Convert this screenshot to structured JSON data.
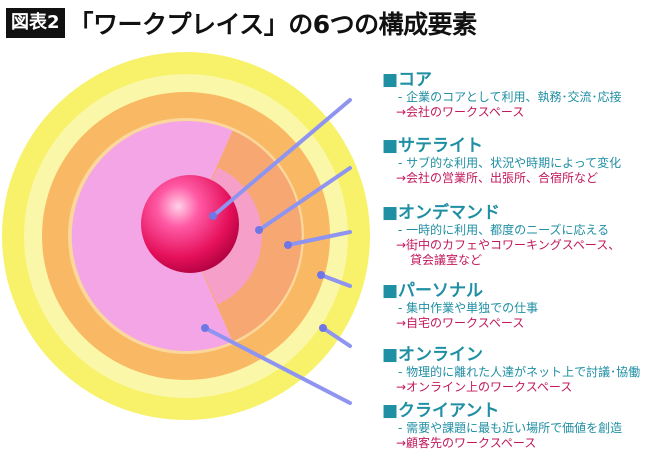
{
  "header": {
    "badge": "図表2",
    "title": "「ワークプレイス」の6つの構成要素"
  },
  "colors": {
    "outer_yellow": "#f7f26a",
    "light_yellow": "#fbf7a8",
    "orange": "#f9b864",
    "light_orange": "#fbd79b",
    "pink": "#f3a5e6",
    "core": "#e8185a",
    "pointer": "#8e94f0",
    "accent_text": "#1f8fa3",
    "place_text": "#c2185b"
  },
  "items": [
    {
      "title": "■コア",
      "desc": "- 企業のコアとして利用、執務･交流･応接",
      "place": "→会社のワークスペース"
    },
    {
      "title": "■サテライト",
      "desc": "- サブ的な利用、状況や時期によって変化",
      "place": "→会社の営業所、出張所、合宿所など"
    },
    {
      "title": "■オンデマンド",
      "desc": "- 一時的に利用、都度のニーズに応える",
      "place": "→街中のカフェやコワーキングスペース、",
      "place2": "貸会議室など"
    },
    {
      "title": "■パーソナル",
      "desc": "- 集中作業や単独での仕事",
      "place": "→自宅のワークスペース"
    },
    {
      "title": "■オンライン",
      "desc": "- 物理的に離れた人達がネット上で討議･協働",
      "place": "→オンライン上のワークスペース"
    },
    {
      "title": "■クライアント",
      "desc": "- 需要や課題に最も近い場所で価値を創造",
      "place": "→顧客先のワークスペース"
    }
  ]
}
